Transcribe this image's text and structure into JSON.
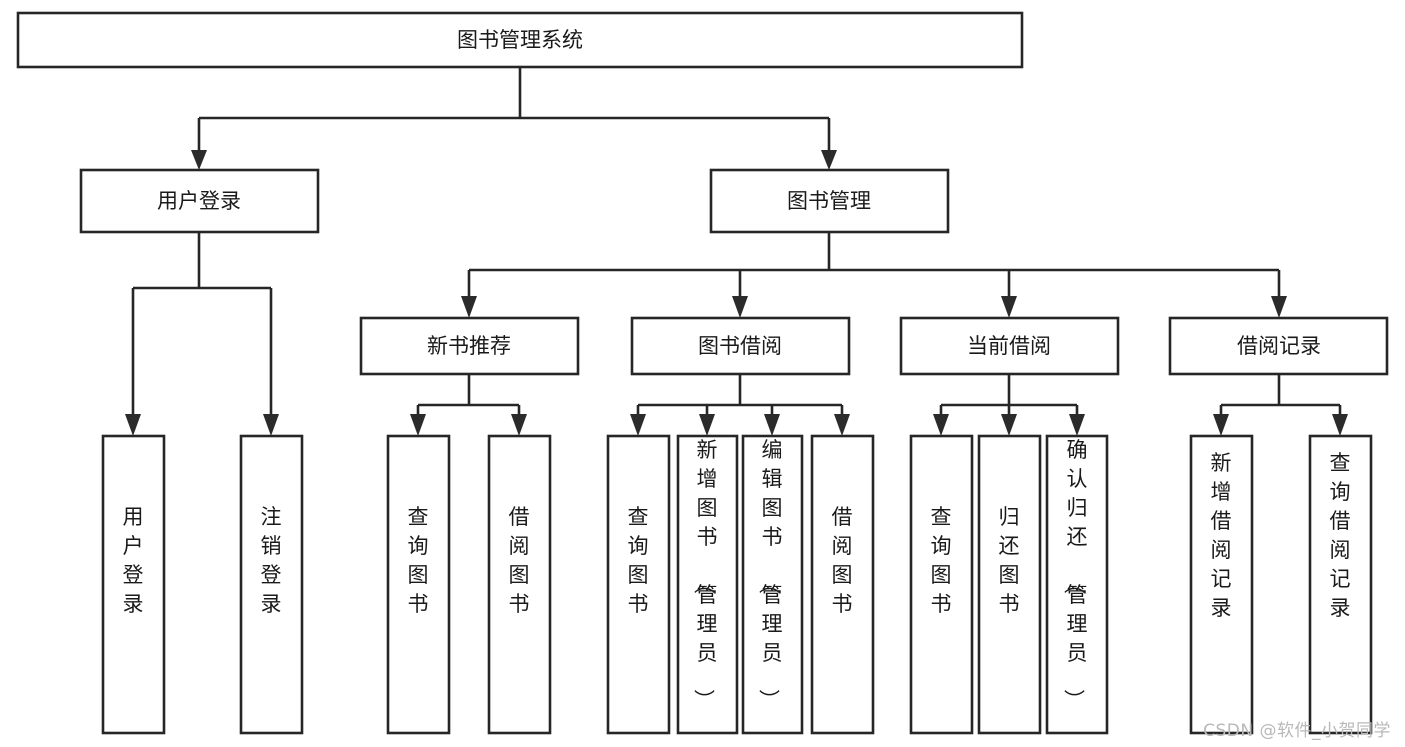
{
  "diagram": {
    "type": "tree-hierarchy",
    "title": "图书管理系统",
    "orientation": "top-down",
    "watermark": "CSDN @软件_小贺同学",
    "colors": {
      "box_stroke": "#262626",
      "box_fill": "#ffffff",
      "connector": "#262626",
      "arrow": "#2b2b2b",
      "text": "#1a1a1a",
      "background": "#ffffff",
      "watermark": "#b9b9b9"
    },
    "levels": {
      "root": {
        "label": "图书管理系统"
      },
      "level2": [
        {
          "id": "user-login",
          "label": "用户登录"
        },
        {
          "id": "book-manage",
          "label": "图书管理"
        }
      ],
      "level3": [
        {
          "id": "new-book-recommend",
          "label": "新书推荐",
          "parent": "book-manage"
        },
        {
          "id": "book-borrow",
          "label": "图书借阅",
          "parent": "book-manage"
        },
        {
          "id": "current-borrow",
          "label": "当前借阅",
          "parent": "book-manage"
        },
        {
          "id": "borrow-record",
          "label": "借阅记录",
          "parent": "book-manage"
        }
      ],
      "leaves": [
        {
          "id": "leaf-user-login",
          "label": "用户登录",
          "parent": "user-login"
        },
        {
          "id": "leaf-logout-login",
          "label": "注销登录",
          "parent": "user-login"
        },
        {
          "id": "leaf-query-book-1",
          "label": "查询图书",
          "parent": "new-book-recommend"
        },
        {
          "id": "leaf-borrow-book-1",
          "label": "借阅图书",
          "parent": "new-book-recommend"
        },
        {
          "id": "leaf-query-book-2",
          "label": "查询图书",
          "parent": "book-borrow"
        },
        {
          "id": "leaf-add-book",
          "label": "新增图书（管理员）",
          "parent": "book-borrow"
        },
        {
          "id": "leaf-edit-book",
          "label": "编辑图书（管理员）",
          "parent": "book-borrow"
        },
        {
          "id": "leaf-borrow-book-2",
          "label": "借阅图书",
          "parent": "book-borrow"
        },
        {
          "id": "leaf-query-book-3",
          "label": "查询图书",
          "parent": "current-borrow"
        },
        {
          "id": "leaf-return-book",
          "label": "归还图书",
          "parent": "current-borrow"
        },
        {
          "id": "leaf-confirm-return",
          "label": "确认归还（管理员）",
          "parent": "current-borrow"
        },
        {
          "id": "leaf-add-record",
          "label": "新增借阅记录",
          "parent": "borrow-record"
        },
        {
          "id": "leaf-query-record",
          "label": "查询借阅记录",
          "parent": "borrow-record"
        }
      ]
    }
  }
}
